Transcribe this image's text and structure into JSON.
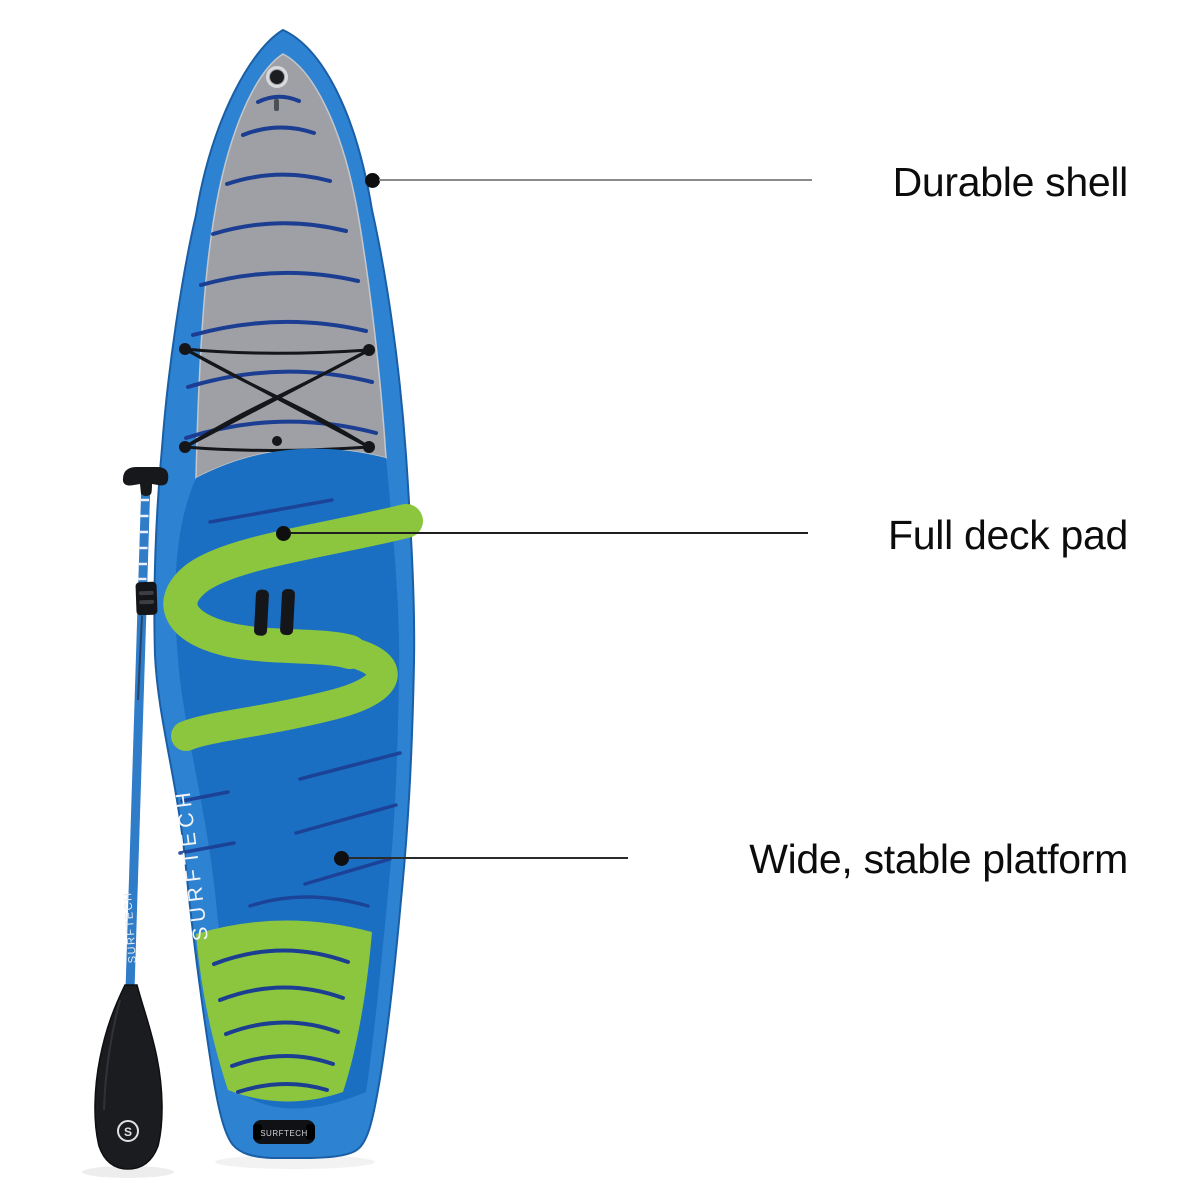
{
  "callouts": [
    {
      "label": "Durable shell"
    },
    {
      "label": "Full deck pad"
    },
    {
      "label": "Wide, stable platform"
    }
  ],
  "product": {
    "board_brand": "SURFTECH",
    "tail_badge_text": "SURFTECH",
    "paddle_shaft_text": "SURFTECH",
    "blade_logo_letter": "S"
  },
  "colors": {
    "rim_blue": "#2E82D2",
    "deck_pad_blue": "#1B6FC2",
    "pad_gray": "#9EA0A5",
    "groove_navy": "#1C3E92",
    "accent_green": "#8CC63F",
    "cord_black": "#15161A",
    "paddle_blue": "#2F7CC8",
    "paddle_black": "#1B1C1F",
    "label_text": "#0C0C0C",
    "leader_line_gray": "#8A8A8A"
  }
}
